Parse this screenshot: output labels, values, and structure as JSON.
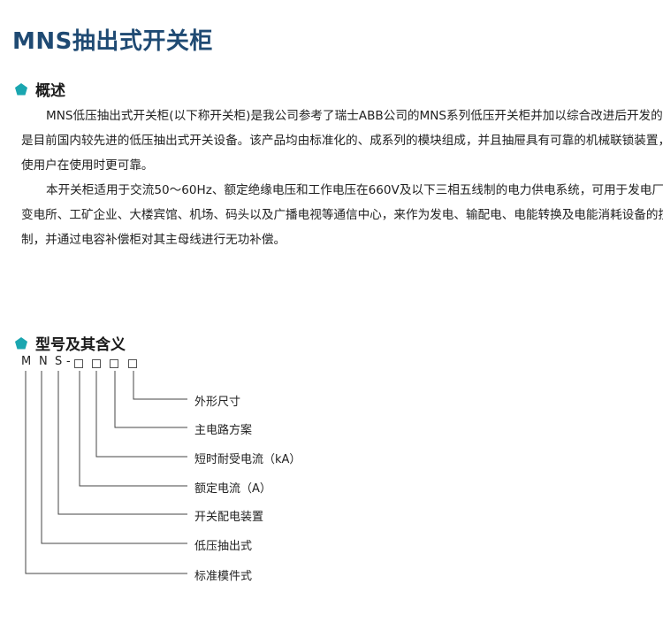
{
  "title": "MNS抽出式开关柜",
  "overview": {
    "heading": "概述",
    "para1": [
      "MNS低压抽出式开关柜(以下称开关柜)是我公司参考了瑞士ABB公司的MNS系列低压开关柜并加以综合改进后开发的，",
      "是目前国内较先进的低压抽出式开关设备。该产品均由标准化的、成系列的模块组成，并且抽屉具有可靠的机械联锁装置，",
      "使用户在使用时更可靠。"
    ],
    "para2": [
      "本开关柜适用于交流50～60Hz、额定绝缘电压和工作电压在660V及以下三相五线制的电力供电系统，可用于发电厂、",
      "变电所、工矿企业、大楼宾馆、机场、码头以及广播电视等通信中心，来作为发电、输配电、电能转换及电能消耗设备的控",
      "制，并通过电容补偿柜对其主母线进行无功补偿。"
    ]
  },
  "model": {
    "heading": "型号及其含义",
    "code_letters": [
      "M",
      "N",
      "S"
    ],
    "code_dash": "-",
    "labels": [
      "外形尺寸",
      "主电路方案",
      "短时耐受电流（kA）",
      "额定电流（A）",
      "开关配电装置",
      "低压抽出式",
      "标准模件式"
    ]
  },
  "colors": {
    "title": "#1f4a73",
    "bullet": "#1aa6b0"
  },
  "icons": {
    "bullet": "pentagon-bullet-icon"
  }
}
